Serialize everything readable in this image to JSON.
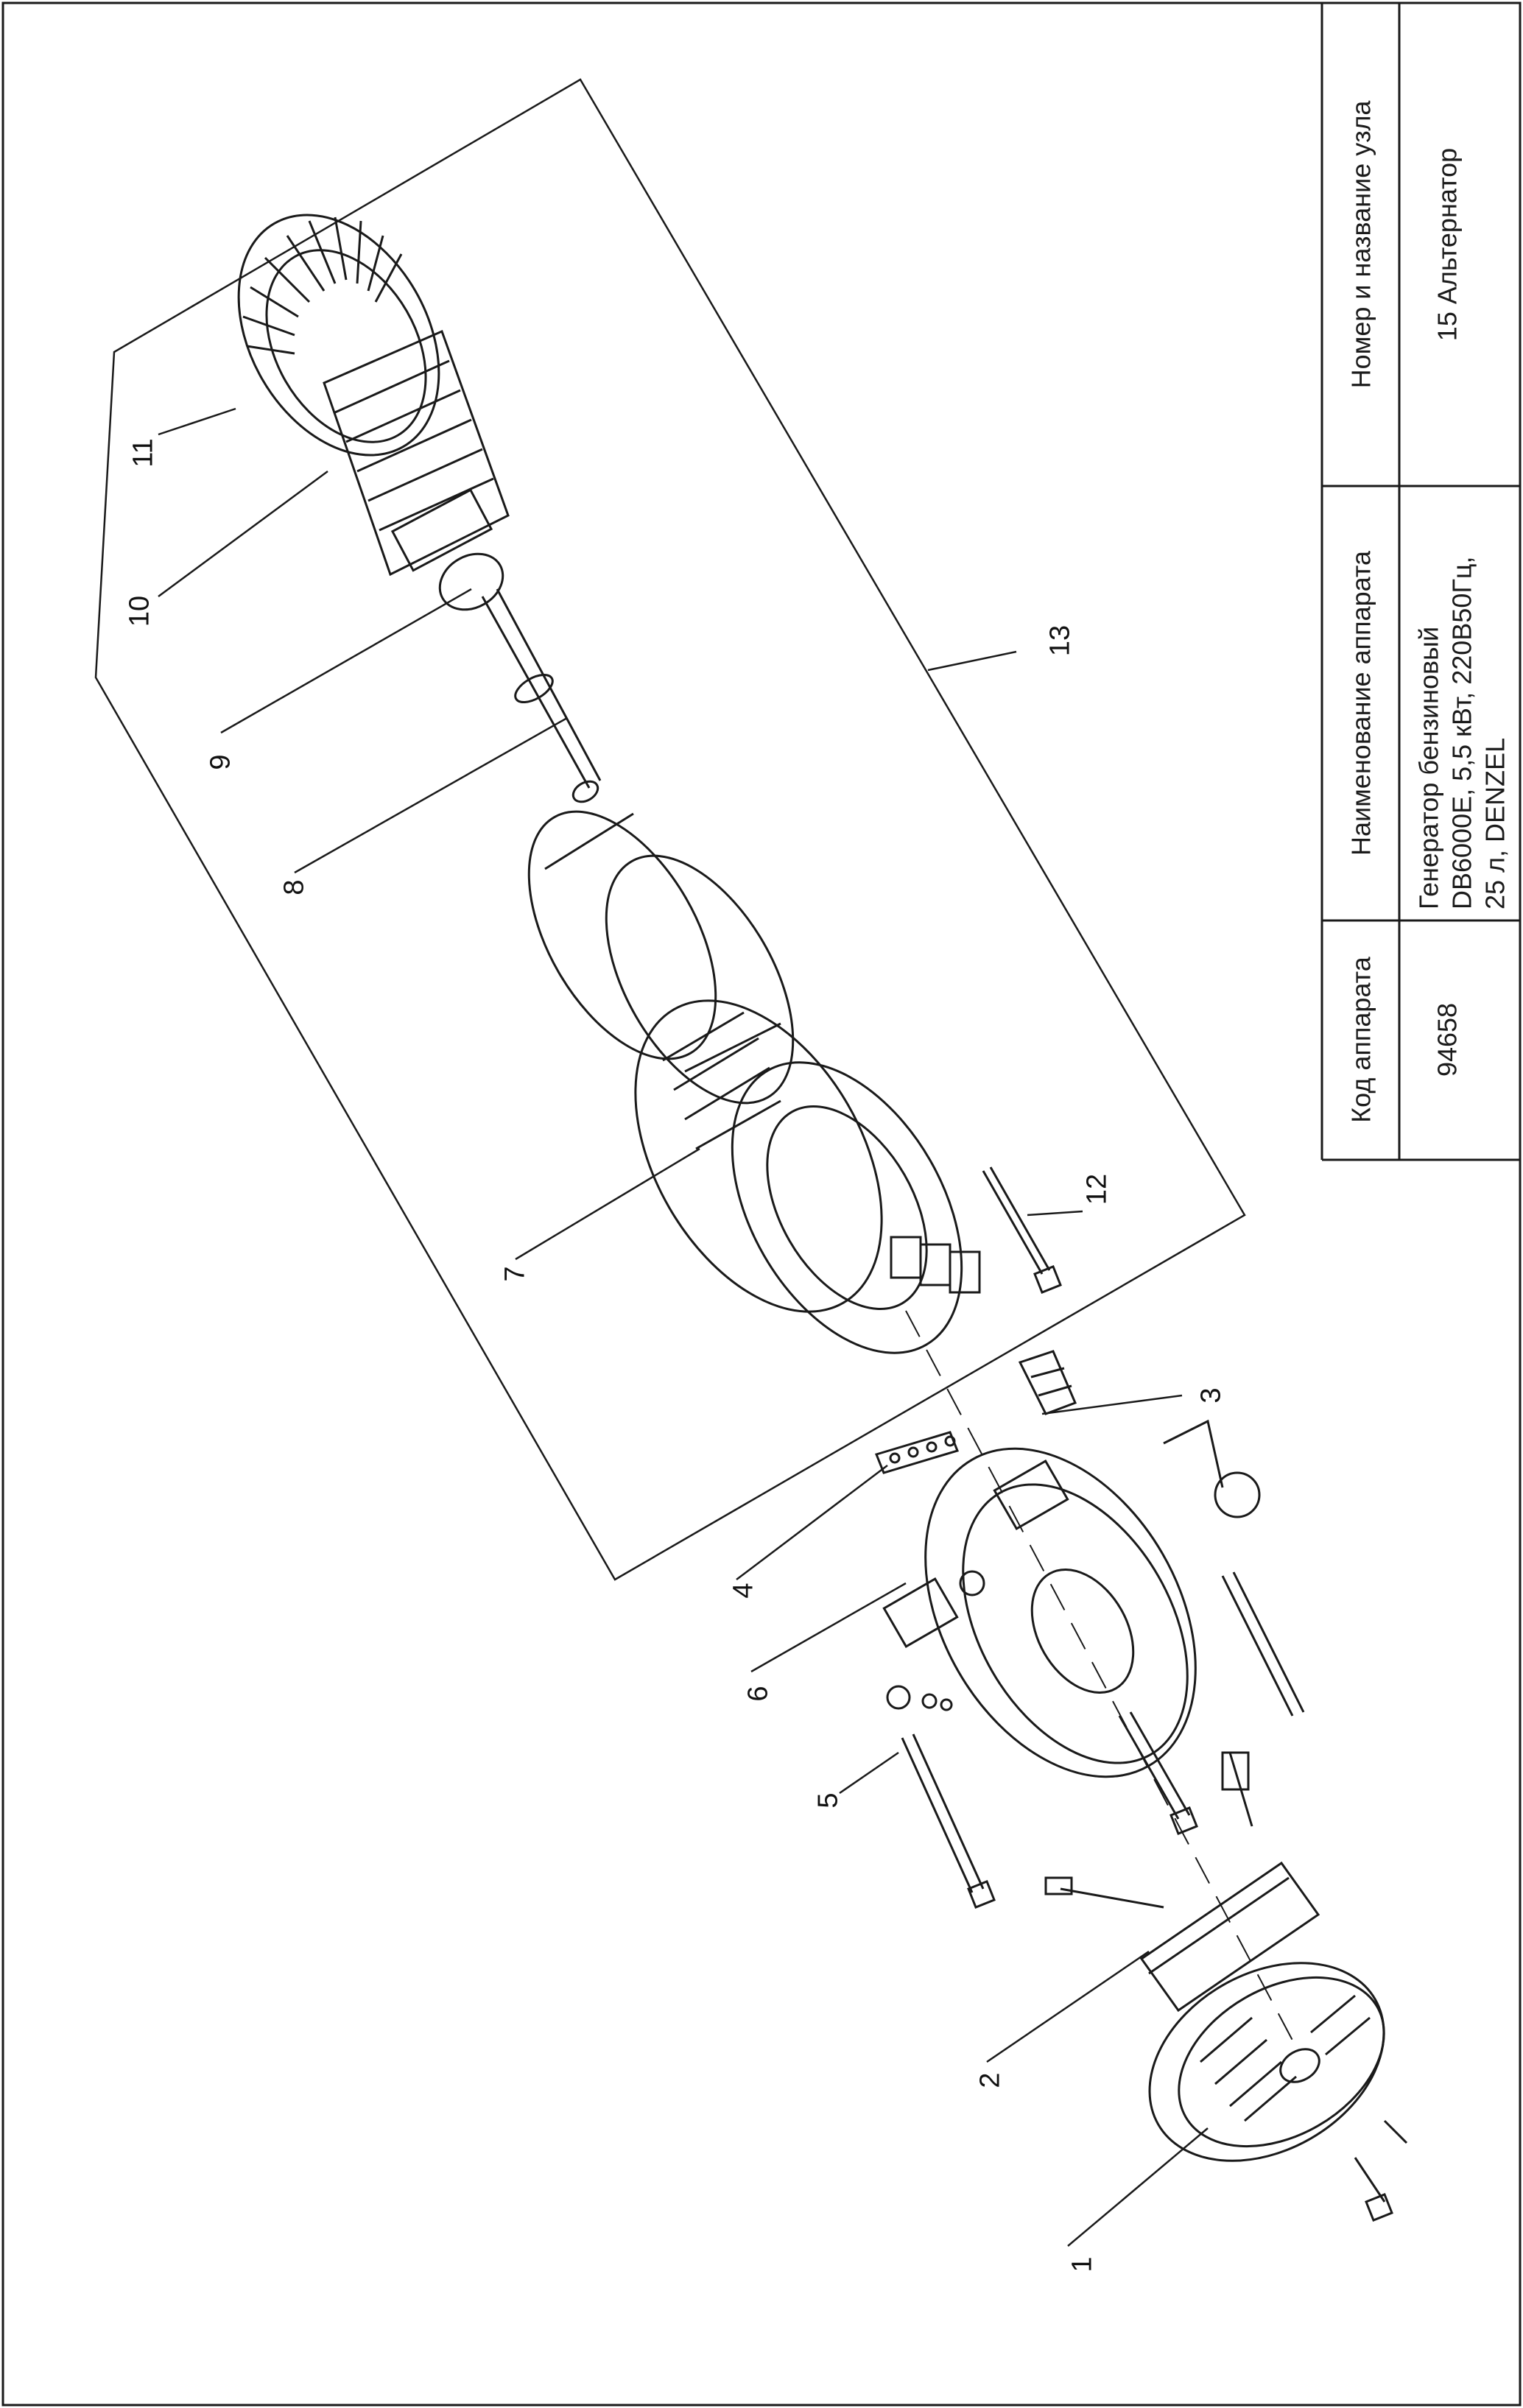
{
  "title_block": {
    "headers": {
      "code": "Код аппарата",
      "name": "Наименование аппарата",
      "unit": "Номер и название узла"
    },
    "values": {
      "code": "94658",
      "name_lines": [
        "Генератор бензиновый",
        "DB6000E, 5,5 кВт, 220В50Гц,",
        "25 л, DENZEL"
      ],
      "unit": "15 Альтернатор"
    }
  },
  "callouts": {
    "c1": "1",
    "c2": "2",
    "c3": "3",
    "c4": "4",
    "c5": "5",
    "c6": "6",
    "c7": "7",
    "c8": "8",
    "c9": "9",
    "c10": "10",
    "c11": "11",
    "c12": "12",
    "c13": "13"
  },
  "line_color": "#1a1a1a"
}
